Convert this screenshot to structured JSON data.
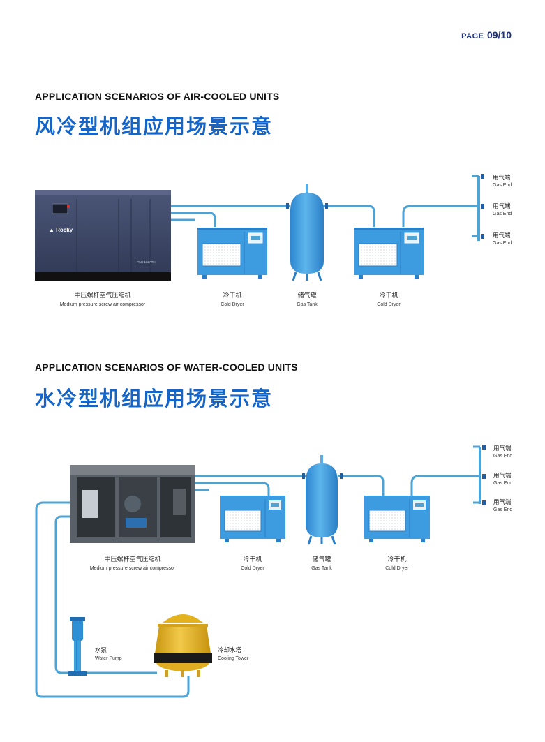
{
  "page": {
    "label": "PAGE",
    "number": "09/10"
  },
  "air": {
    "title_en": "APPLICATION SCENARIOS OF AIR-COOLED UNITS",
    "title_cn": "风冷型机组应用场景示意",
    "brand": "Rocky",
    "model_plate": "PAH-132ATH",
    "compressor": {
      "cn": "中压螺杆空气压缩机",
      "en": "Medium pressure screw air compressor"
    },
    "dryer1": {
      "cn": "冷干机",
      "en": "Cold Dryer"
    },
    "tank": {
      "cn": "储气罐",
      "en": "Gas Tank"
    },
    "dryer2": {
      "cn": "冷干机",
      "en": "Cold Dryer"
    },
    "ends": [
      {
        "cn": "用气端",
        "en": "Gas End"
      },
      {
        "cn": "用气端",
        "en": "Gas End"
      },
      {
        "cn": "用气端",
        "en": "Gas End"
      }
    ]
  },
  "water": {
    "title_en": "APPLICATION SCENARIOS OF WATER-COOLED UNITS",
    "title_cn": "水冷型机组应用场景示意",
    "compressor": {
      "cn": "中压螺杆空气压缩机",
      "en": "Medium pressure screw air compressor"
    },
    "dryer1": {
      "cn": "冷干机",
      "en": "Cold Dryer"
    },
    "tank": {
      "cn": "储气罐",
      "en": "Gas Tank"
    },
    "dryer2": {
      "cn": "冷干机",
      "en": "Cold Dryer"
    },
    "ends": [
      {
        "cn": "用气端",
        "en": "Gas End"
      },
      {
        "cn": "用气端",
        "en": "Gas End"
      },
      {
        "cn": "用气端",
        "en": "Gas End"
      }
    ],
    "pump": {
      "cn": "水泵",
      "en": "Water Pump"
    },
    "tower": {
      "cn": "冷却水塔",
      "en": "Cooling Tower"
    }
  },
  "colors": {
    "pipe": "#4ba3d6",
    "equipment": "#3d9be0",
    "title_blue": "#1565c8",
    "compressor_body": "#3c4766",
    "tower_yellow": "#e9b825"
  }
}
